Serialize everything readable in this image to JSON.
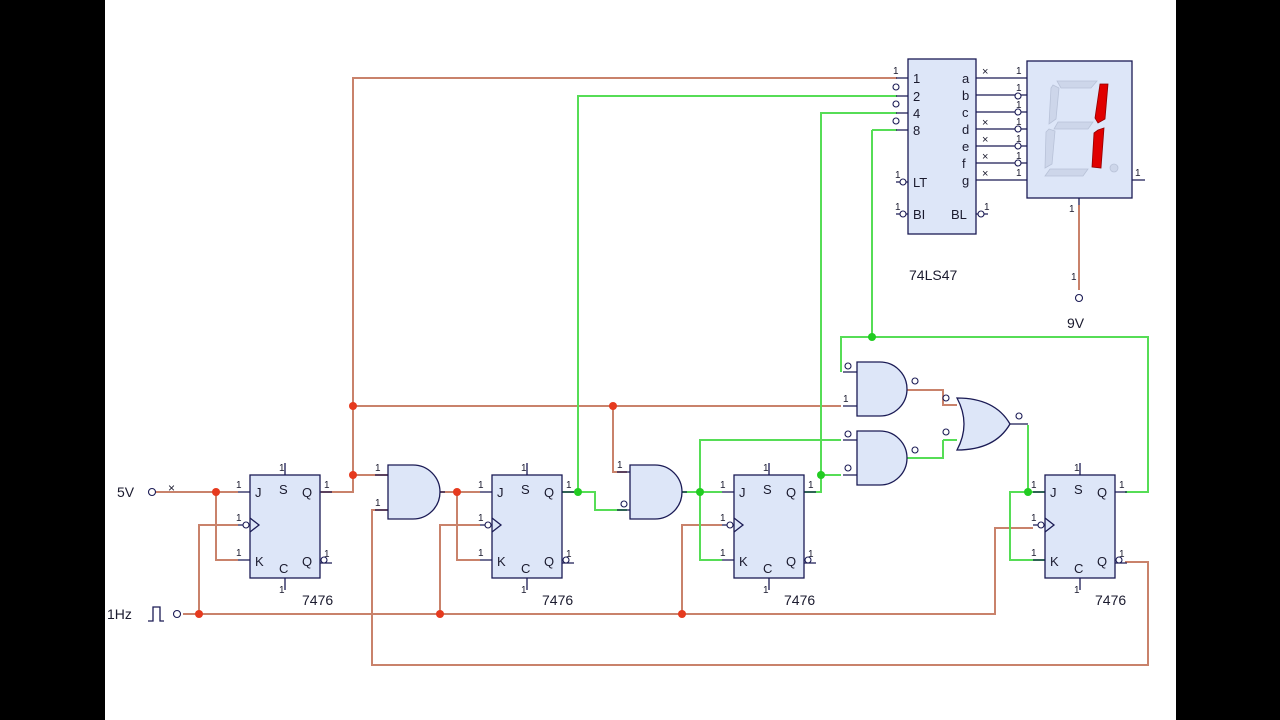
{
  "inputs": {
    "vcc": "5V",
    "clock": "1Hz",
    "display_supply": "9V"
  },
  "flipflops": [
    {
      "part": "7476",
      "pins": {
        "j": "J",
        "k": "K",
        "s": "S",
        "c": "C",
        "q": "Q",
        "qbar": "Q"
      }
    },
    {
      "part": "7476",
      "pins": {
        "j": "J",
        "k": "K",
        "s": "S",
        "c": "C",
        "q": "Q",
        "qbar": "Q"
      }
    },
    {
      "part": "7476",
      "pins": {
        "j": "J",
        "k": "K",
        "s": "S",
        "c": "C",
        "q": "Q",
        "qbar": "Q"
      }
    },
    {
      "part": "7476",
      "pins": {
        "j": "J",
        "k": "K",
        "s": "S",
        "c": "C",
        "q": "Q",
        "qbar": "Q"
      }
    }
  ],
  "decoder": {
    "part": "74LS47",
    "inputs": [
      "1",
      "2",
      "4",
      "8"
    ],
    "outputs": [
      "a",
      "b",
      "c",
      "d",
      "e",
      "f",
      "g"
    ],
    "controls": {
      "lt": "LT",
      "bi": "BI",
      "bl": "BL"
    }
  },
  "pin_mark": "1",
  "nc_mark": "×",
  "display": {
    "lit_segments": [
      "b",
      "c"
    ]
  },
  "colors": {
    "wire_low": "#c9826b",
    "wire_high": "#56dd56",
    "node_low": "#e63a1e",
    "node_high": "#22cc22",
    "segment_on": "#e00000",
    "segment_off": "#cdd6ea"
  }
}
